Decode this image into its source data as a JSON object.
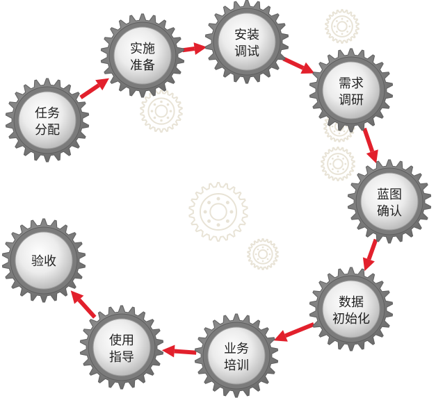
{
  "diagram": {
    "steps": [
      {
        "id": "task-assign",
        "line1": "任务",
        "line2": "分配"
      },
      {
        "id": "impl-prep",
        "line1": "实施",
        "line2": "准备"
      },
      {
        "id": "install-debug",
        "line1": "安装",
        "line2": "调试"
      },
      {
        "id": "requirement",
        "line1": "需求",
        "line2": "调研"
      },
      {
        "id": "blueprint",
        "line1": "蓝图",
        "line2": "确认"
      },
      {
        "id": "data-init",
        "line1": "数据",
        "line2": "初始化"
      },
      {
        "id": "biz-train",
        "line1": "业务",
        "line2": "培训"
      },
      {
        "id": "usage-guide",
        "line1": "使用",
        "line2": "指导"
      },
      {
        "id": "acceptance",
        "line1": "验收",
        "line2": ""
      }
    ],
    "colors": {
      "gear": "#7b7b7b",
      "gear_edge": "#5f5f5f",
      "gear_face_light": "#ffffff",
      "gear_face_dark": "#c4c4c4",
      "arrow": "#e2202c",
      "watermark": "#e6e0d2"
    }
  }
}
